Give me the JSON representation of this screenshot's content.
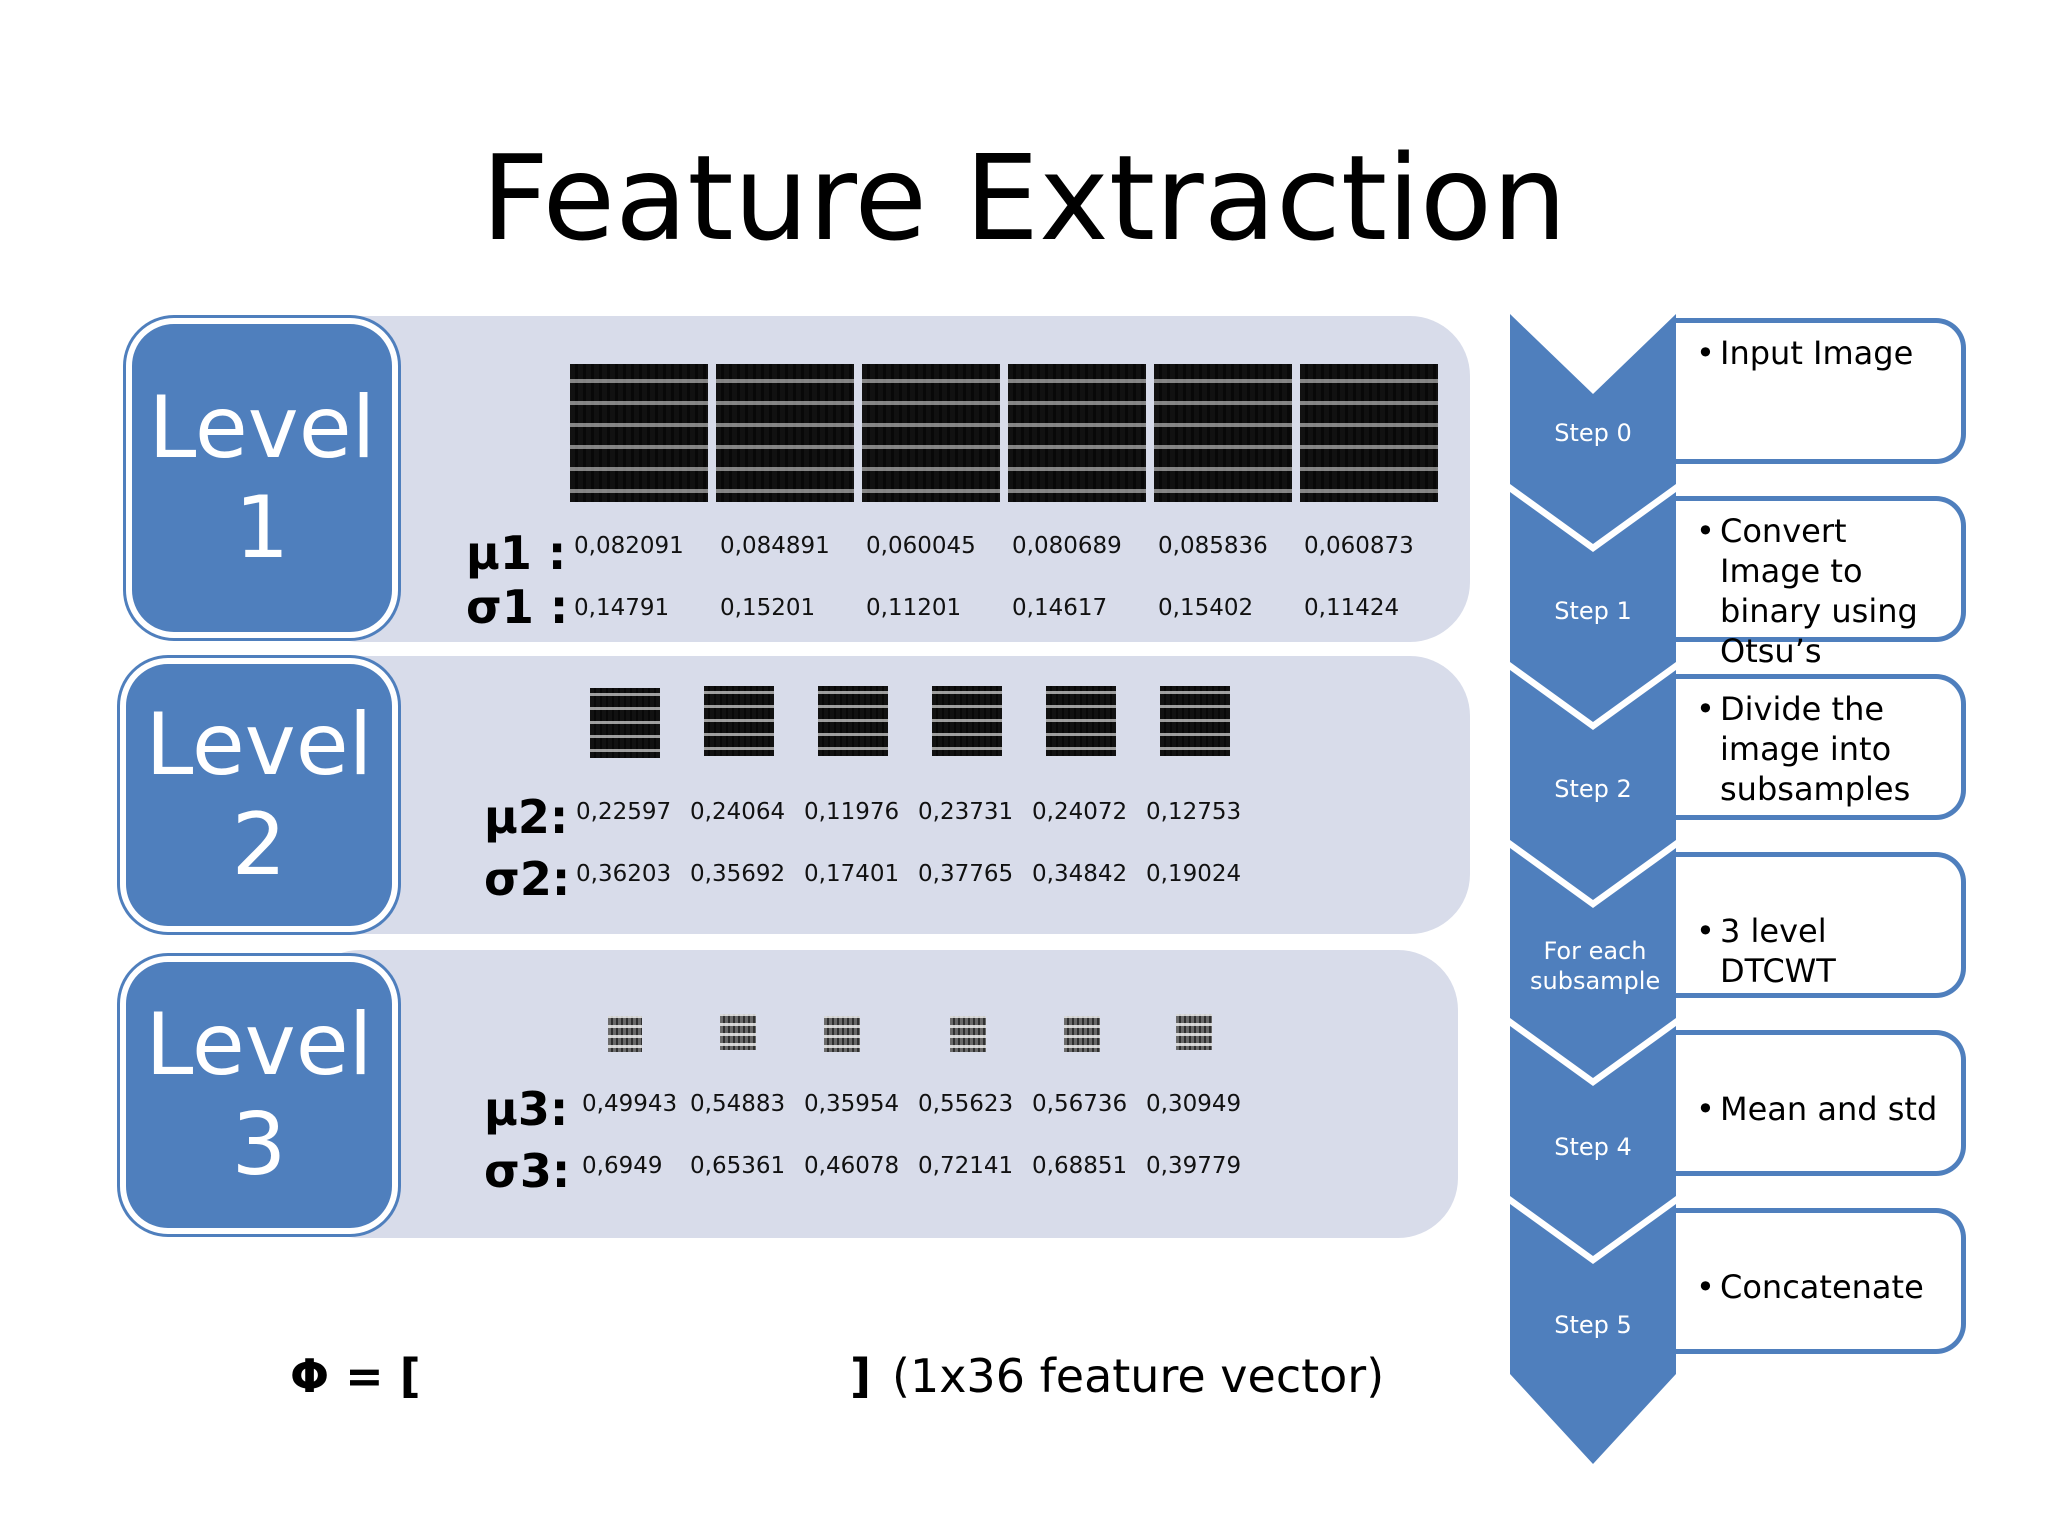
{
  "title": "Feature Extraction",
  "levels": [
    {
      "line1": "Level",
      "line2": "1",
      "mu_label": "μ1 :",
      "sigma_label": "σ1 :",
      "mu": [
        "0,082091",
        "0,084891",
        "0,060045",
        "0,080689",
        "0,085836",
        "0,060873"
      ],
      "sigma": [
        "0,14791",
        "0,15201",
        "0,11201",
        "0,14617",
        "0,15402",
        "0,11424"
      ]
    },
    {
      "line1": "Level",
      "line2": "2",
      "mu_label": "μ2:",
      "sigma_label": "σ2:",
      "mu": [
        "0,22597",
        "0,24064",
        "0,11976",
        "0,23731",
        "0,24072",
        "0,12753"
      ],
      "sigma": [
        "0,36203",
        "0,35692",
        "0,17401",
        "0,37765",
        "0,34842",
        "0,19024"
      ]
    },
    {
      "line1": "Level",
      "line2": "3",
      "mu_label": "μ3:",
      "sigma_label": "σ3:",
      "mu": [
        "0,49943",
        "0,54883",
        "0,35954",
        "0,55623",
        "0,56736",
        "0,30949"
      ],
      "sigma": [
        "0,6949",
        "0,65361",
        "0,46078",
        "0,72141",
        "0,68851",
        "0,39779"
      ]
    }
  ],
  "phi": {
    "open": "Φ = [",
    "close": "]",
    "note": "(1x36 feature vector)"
  },
  "steps": [
    {
      "label": "Step 0",
      "text": "Input Image"
    },
    {
      "label": "Step 1",
      "text": "Convert Image to binary using Otsu’s method"
    },
    {
      "label": "Step 2",
      "text": "Divide the image into subsamples"
    },
    {
      "label": "For  each subsample",
      "text": "3 level DTCWT"
    },
    {
      "label": "Step 4",
      "text": "Mean and std"
    },
    {
      "label": "Step 5",
      "text": "Concatenate"
    }
  ],
  "bullet": "•"
}
